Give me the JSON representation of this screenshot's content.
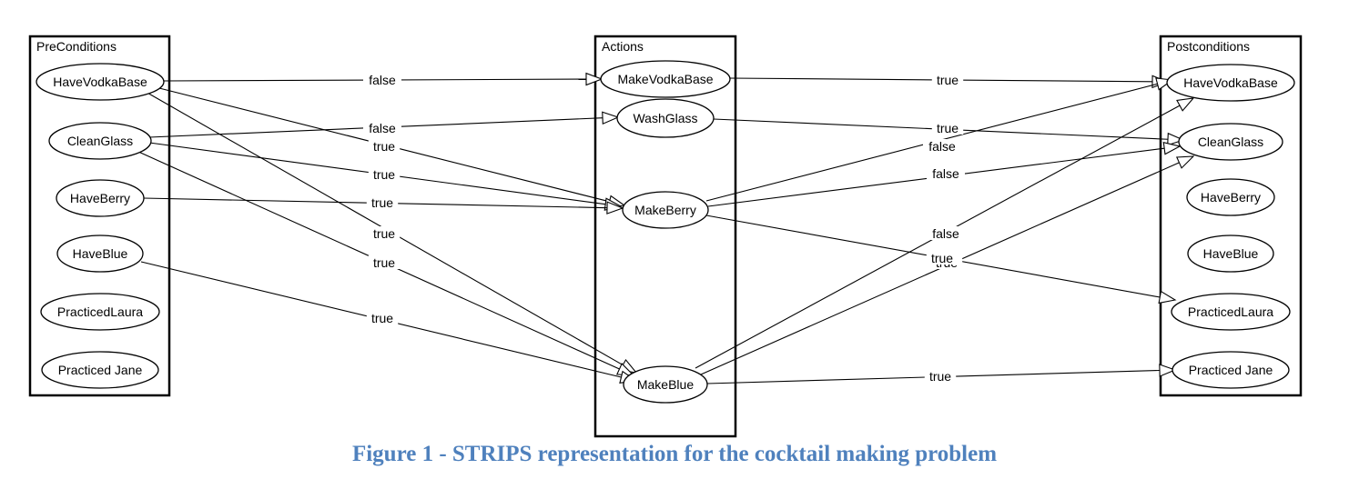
{
  "groups": [
    {
      "id": "pre",
      "title": "PreConditions"
    },
    {
      "id": "act",
      "title": "Actions"
    },
    {
      "id": "post",
      "title": "Postconditions"
    }
  ],
  "nodes": [
    {
      "id": "pre_vodka",
      "label": "HaveVodkaBase"
    },
    {
      "id": "pre_glass",
      "label": "CleanGlass"
    },
    {
      "id": "pre_berry",
      "label": "HaveBerry"
    },
    {
      "id": "pre_blue",
      "label": "HaveBlue"
    },
    {
      "id": "pre_laura",
      "label": "PracticedLaura"
    },
    {
      "id": "pre_jane",
      "label": "Practiced Jane"
    },
    {
      "id": "act_vodka",
      "label": "MakeVodkaBase"
    },
    {
      "id": "act_wash",
      "label": "WashGlass"
    },
    {
      "id": "act_berry",
      "label": "MakeBerry"
    },
    {
      "id": "act_blue",
      "label": "MakeBlue"
    },
    {
      "id": "post_vodka",
      "label": "HaveVodkaBase"
    },
    {
      "id": "post_glass",
      "label": "CleanGlass"
    },
    {
      "id": "post_berry",
      "label": "HaveBerry"
    },
    {
      "id": "post_blue",
      "label": "HaveBlue"
    },
    {
      "id": "post_laura",
      "label": "PracticedLaura"
    },
    {
      "id": "post_jane",
      "label": "Practiced Jane"
    }
  ],
  "edges": [
    {
      "from": "pre_vodka",
      "to": "act_vodka",
      "label": "false"
    },
    {
      "from": "pre_vodka",
      "to": "act_berry",
      "label": "true"
    },
    {
      "from": "pre_vodka",
      "to": "act_blue",
      "label": "true"
    },
    {
      "from": "pre_glass",
      "to": "act_wash",
      "label": "false"
    },
    {
      "from": "pre_glass",
      "to": "act_berry",
      "label": "true"
    },
    {
      "from": "pre_glass",
      "to": "act_blue",
      "label": "true"
    },
    {
      "from": "pre_berry",
      "to": "act_berry",
      "label": "true"
    },
    {
      "from": "pre_blue",
      "to": "act_blue",
      "label": "true"
    },
    {
      "from": "act_vodka",
      "to": "post_vodka",
      "label": "true"
    },
    {
      "from": "act_wash",
      "to": "post_glass",
      "label": "true"
    },
    {
      "from": "act_berry",
      "to": "post_vodka",
      "label": "false"
    },
    {
      "from": "act_berry",
      "to": "post_glass",
      "label": "false"
    },
    {
      "from": "act_berry",
      "to": "post_laura",
      "label": "true"
    },
    {
      "from": "act_blue",
      "to": "post_vodka",
      "label": "false"
    },
    {
      "from": "act_blue",
      "to": "post_glass",
      "label": "true"
    },
    {
      "from": "act_blue",
      "to": "post_jane",
      "label": "true"
    }
  ],
  "caption": "Figure 1 - STRIPS representation for the cocktail making problem",
  "colors": {
    "caption": "#4f81bd",
    "stroke": "#000000",
    "background": "#ffffff"
  }
}
